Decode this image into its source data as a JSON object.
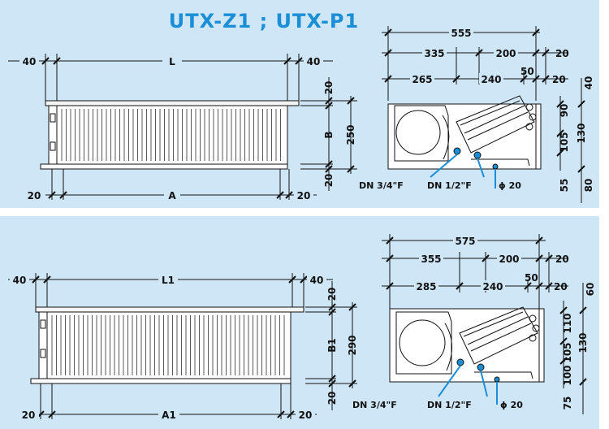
{
  "title": "UTX-Z1 ; UTX-P1",
  "top": {
    "front": {
      "left": "40",
      "width": "L",
      "right": "40",
      "bottom_left": "20",
      "bottom_width": "A",
      "bottom_right": "20",
      "h_top": "20",
      "h_mid": "B",
      "h_total": "250",
      "h_bottom": "20"
    },
    "side": {
      "total": "555",
      "d1": "335",
      "d2": "200",
      "d3": "20",
      "e1": "265",
      "e2": "240",
      "e3": "50",
      "e4": "20",
      "v1": "40",
      "v2": "90",
      "v3": "130",
      "v4": "105",
      "v5": "55",
      "v6": "80",
      "conn1": "DN 3/4\"F",
      "conn2": "DN 1/2\"F",
      "drain": "ϕ 20"
    }
  },
  "bottom": {
    "front": {
      "left": "40",
      "width": "L1",
      "right": "40",
      "bottom_left": "20",
      "bottom_width": "A1",
      "bottom_right": "20",
      "h_top": "20",
      "h_mid": "B1",
      "h_total": "290",
      "h_bottom": "20"
    },
    "side": {
      "total": "575",
      "d1": "355",
      "d2": "200",
      "d3": "20",
      "e1": "285",
      "e2": "240",
      "e3": "50",
      "e4": "20",
      "v1": "60",
      "v2": "110",
      "v3": "130",
      "v4": "105",
      "v5": "100",
      "v6": "75",
      "conn1": "DN 3/4\"F",
      "conn2": "DN 1/2\"F",
      "drain": "ϕ 20"
    }
  },
  "colors": {
    "panel": "#cfe6f7",
    "accent": "#1a8ed6"
  }
}
